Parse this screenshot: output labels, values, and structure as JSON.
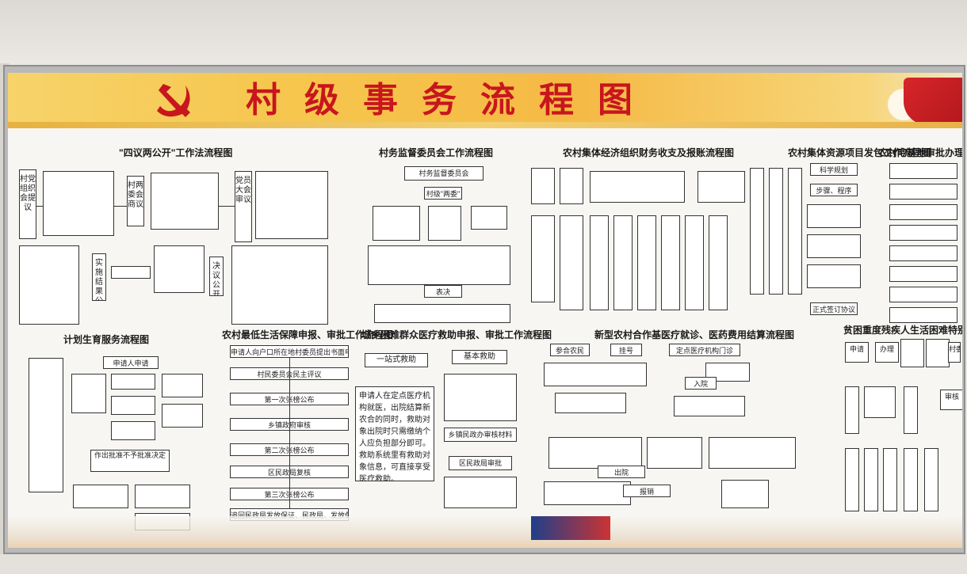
{
  "banner": {
    "title": "村级事务流程图"
  },
  "sections": {
    "s1": "\"四议两公开\"工作法流程图",
    "s2": "村务监督委员会工作流程图",
    "s3": "农村集体经济组织财务收支及报账流程图",
    "s4": "农村集体资源项目发包工作流程图",
    "s5": "农村宅基地审批办理工作流程图",
    "s6": "计划生育服务流程图",
    "s7": "农村最低生活保障申报、审批工作流程图",
    "s8": "城乡困难群众医疗救助申报、审批工作流程图",
    "s9": "新型农村合作基医疗就诊、医药费用结算流程图",
    "s10": "贫困重度残疾人生活困难特别救助工作流程图"
  },
  "labels": {
    "s1_left": "村党组织会提议",
    "s1_mid": "村两委会商议",
    "s1_right": "党员大会审议",
    "s1_decision": "决议公开",
    "s1_impl": "实施结果公开",
    "s2_top": "村务监督委员会",
    "s2_sub": "村级\"两委\"",
    "s2_vote": "表决",
    "s4_1": "科学规划",
    "s4_2": "步骤、程序",
    "s4_3": "正式签订协议",
    "s8_a": "一站式救助",
    "s8_b": "基本救助",
    "s8_c": "申请人在定点医疗机构就医，出院结算新农合的同时，救助对象出院时只需缴纳个人应负担部分即可。救助系统里有救助对象信息，可直接享受医疗救助。",
    "s8_d": "乡镇民政办审核材料",
    "s8_e": "区民政局审批",
    "s9_a": "参合农民",
    "s9_b": "挂号",
    "s9_c": "定点医疗机构门诊",
    "s9_d": "入院",
    "s9_e": "出院",
    "s9_f": "报销",
    "s10_a": "申请",
    "s10_b": "办理",
    "s10_c": "审核",
    "s10_d": "村委会",
    "s7_1": "申请人向户口所在地村委员提出书面申请",
    "s7_2": "村民委员会民主评议",
    "s7_3": "第一次张榜公布",
    "s7_4": "乡镇政府审核",
    "s7_5": "第二次张榜公布",
    "s7_6": "区民政局复核",
    "s7_7": "第三次张榜公布",
    "s7_8": "追回民政局发放保证、民政局、发放保障金",
    "s6_1": "申请人申请",
    "s6_2": "作出批准不予批准决定"
  }
}
